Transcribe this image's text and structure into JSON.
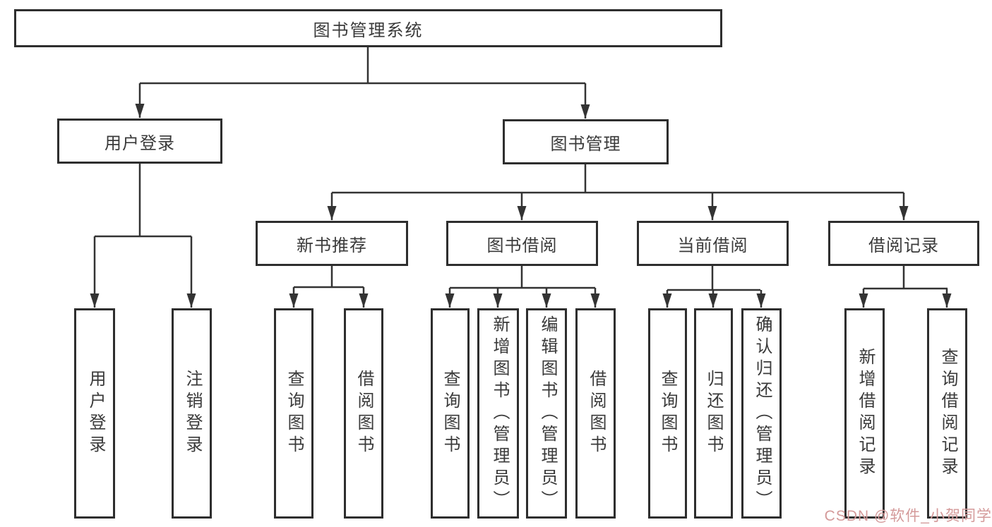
{
  "diagram": {
    "root": {
      "label": "图书管理系统",
      "children": [
        {
          "label": "用户登录",
          "children": [
            {
              "label": "用户登录"
            },
            {
              "label": "注销登录"
            }
          ]
        },
        {
          "label": "图书管理",
          "children": [
            {
              "label": "新书推荐",
              "children": [
                {
                  "label": "查询图书"
                },
                {
                  "label": "借阅图书"
                }
              ]
            },
            {
              "label": "图书借阅",
              "children": [
                {
                  "label": "查询图书"
                },
                {
                  "label": "新增图书（管理员）"
                },
                {
                  "label": "编辑图书（管理员）"
                },
                {
                  "label": "借阅图书"
                }
              ]
            },
            {
              "label": "当前借阅",
              "children": [
                {
                  "label": "查询图书"
                },
                {
                  "label": "归还图书"
                },
                {
                  "label": "确认归还（管理员）"
                }
              ]
            },
            {
              "label": "借阅记录",
              "children": [
                {
                  "label": "新增借阅记录"
                },
                {
                  "label": "查询借阅记录"
                }
              ]
            }
          ]
        }
      ]
    }
  },
  "watermark": {
    "text": "CSDN @软件_小贺同学",
    "color": "#d49a9a"
  },
  "colors": {
    "line": "#333333",
    "box_border": "#2e2e2e",
    "box_fill": "#ffffff",
    "text": "#3a3a3a",
    "background": "#ffffff"
  }
}
